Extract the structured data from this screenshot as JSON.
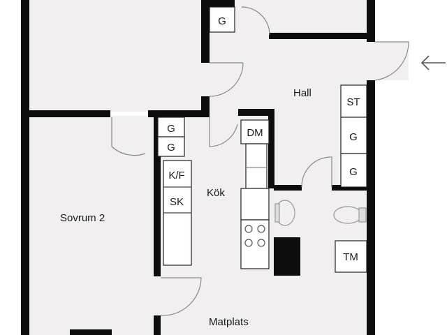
{
  "rooms": {
    "hall": "Hall",
    "kok": "Kök",
    "sovrum2": "Sovrum 2",
    "matplats": "Matplats"
  },
  "fixtures": {
    "g_top": "G",
    "st": "ST",
    "g_hall_1": "G",
    "g_hall_2": "G",
    "g_corr_1": "G",
    "g_corr_2": "G",
    "dm": "DM",
    "kf": "K/F",
    "sk": "SK",
    "tm": "TM"
  },
  "icons": {
    "entrance": "arrow-left-icon"
  },
  "colors": {
    "floor": "#f1eff0",
    "wall": "#0d0d0d",
    "line": "#8a8a8a",
    "fixture_fill": "#ffffff"
  }
}
